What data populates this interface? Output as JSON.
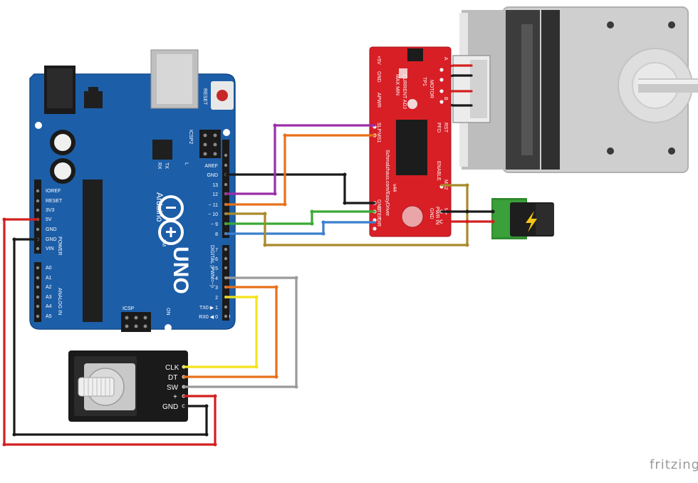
{
  "arduino": {
    "brand": "Arduino",
    "model": "UNO",
    "reset": "RESET",
    "icsp2": "ICSP2",
    "icsp": "ICSP",
    "tx": "TX",
    "rx": "RX",
    "l": "L",
    "on": "ON",
    "tm": "TM",
    "digital_header": "DIGITAL (PWM=~)",
    "power_header": "POWER",
    "analog_header": "ANALOG IN",
    "power_pins": [
      "IOREF",
      "RESET",
      "3V3",
      "5V",
      "GND",
      "GND",
      "VIN"
    ],
    "analog_pins": [
      "A0",
      "A1",
      "A2",
      "A3",
      "A4",
      "A5"
    ],
    "digital_pins_top": [
      "AREF",
      "GND",
      "13",
      "12",
      "~ 11",
      "~ 10",
      "~ 9",
      "8"
    ],
    "digital_pins_bottom": [
      "7",
      "~ 6",
      "~ 5",
      "4",
      "~ 3",
      "2",
      "TX0 ▶ 1",
      "RX0 ◀ 0"
    ]
  },
  "easydriver": {
    "left_labels": [
      "+5V",
      "GND",
      "SLP",
      "MS1",
      "GND",
      "STEP",
      "DIR"
    ],
    "url": "Schmalzhaus.com/EasyDriver",
    "version": "v44",
    "motor_label": "MOTOR",
    "tp1": "TP1",
    "current": "CURRENT ADJ",
    "max_min": "MAX  MIN",
    "bottom_labels": [
      "PWR IN",
      "M+",
      "GND"
    ],
    "side_labels": [
      "PFD",
      "RST",
      "ENABLE",
      "MS2",
      "A",
      "B"
    ],
    "aref": "APWR"
  },
  "encoder": {
    "pins": [
      "CLK",
      "DT",
      "SW",
      "+",
      "GND"
    ]
  },
  "watermark": "fritzing",
  "colors": {
    "board_blue": "#1d5ea8",
    "driver_red": "#d81f26",
    "wire_red": "#d41f1f",
    "wire_black": "#1a1a1a",
    "wire_purple": "#9b2fa8",
    "wire_orange": "#e8701a",
    "wire_green": "#3aa935",
    "wire_blue": "#3b7fd0",
    "wire_olive": "#a88a2a",
    "wire_gray": "#9a9a9a",
    "wire_yellow": "#f5e31a"
  }
}
